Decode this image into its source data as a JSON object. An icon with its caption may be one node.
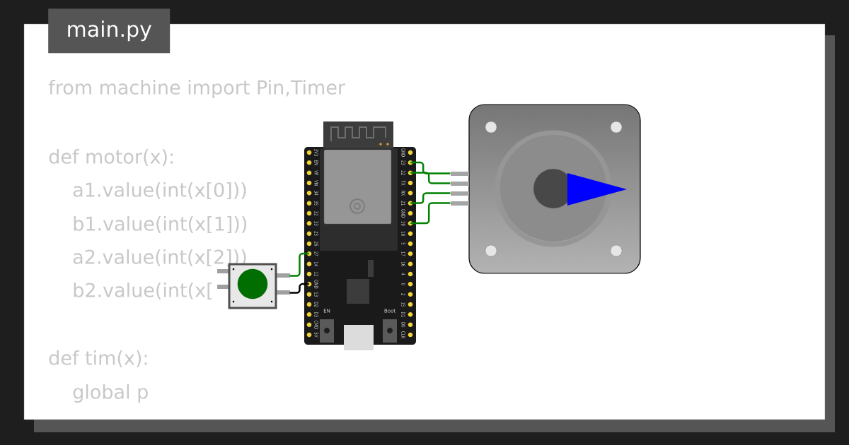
{
  "diagram": {
    "title": "main.py",
    "nodes": [
      {
        "text": [],
        "shape": "picture"
      },
      {
        "text": [],
        "shape": "picture"
      },
      {
        "text": [],
        "shape": "picture"
      }
    ],
    "edges": [
      {
        "from": 0,
        "to": 1,
        "arrow": "none"
      },
      {
        "from": 0,
        "to": 1,
        "arrow": "none"
      },
      {
        "from": 0,
        "to": 1,
        "arrow": "none"
      },
      {
        "from": 0,
        "to": 1,
        "arrow": "none"
      },
      {
        "from": 2,
        "to": 0,
        "arrow": "none"
      },
      {
        "from": 2,
        "to": 0,
        "arrow": "none",
        "color": "#000000"
      }
    ],
    "labels": [
      "from machine import Pin,Timer",
      "def motor(x):",
      "a1.value(int(x[0]))",
      "b1.value(int(x[1]))",
      "a2.value(int(x[2]))",
      "b2.value(int(x[",
      "def tim(x):",
      "global p",
      "EN",
      "Boot",
      "3V3",
      "EN",
      "VP",
      "VN",
      "34",
      "35",
      "32",
      "33",
      "25",
      "26",
      "27",
      "14",
      "12",
      "GND",
      "13",
      "D2",
      "D3",
      "CMD",
      "5V",
      "GND",
      "23",
      "22",
      "TX",
      "RX",
      "21",
      "GND",
      "19",
      "18",
      "5",
      "17",
      "16",
      "4",
      "0",
      "2",
      "15",
      "D1",
      "D0",
      "CLK"
    ]
  }
}
